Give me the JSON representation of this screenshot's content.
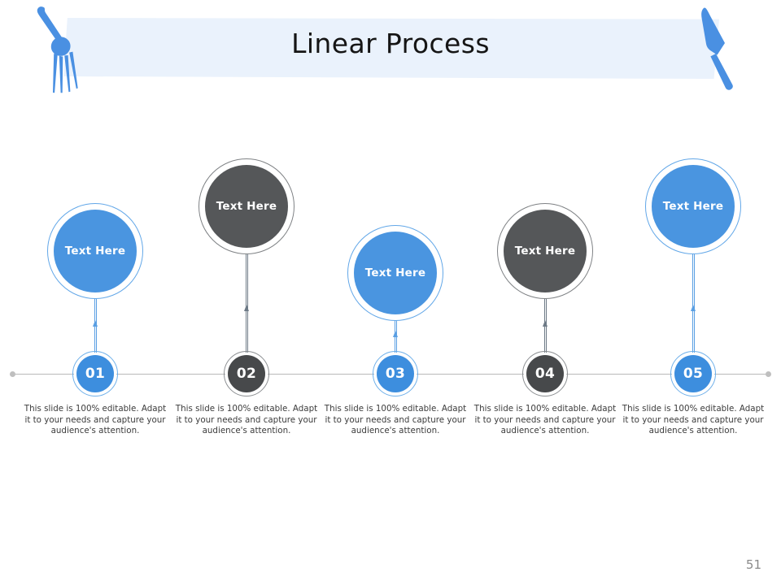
{
  "header": {
    "title": "Linear Process",
    "band_color": "#eaf2fc",
    "left_icon": "fork-icon",
    "right_icon": "knife-icon",
    "icon_color": "#4a95e0"
  },
  "theme": {
    "blue": "#4a95e0",
    "dark": "#555759",
    "axis": "#b9b9b9",
    "text": "#3c3c3c"
  },
  "timeline": {
    "axis_dot_left": "axis-dot",
    "axis_dot_right": "axis-dot",
    "steps": [
      {
        "number": "01",
        "bubble_label": "Text Here",
        "color": "blue",
        "description": "This slide is 100% editable. Adapt it to your needs and capture your audience's attention."
      },
      {
        "number": "02",
        "bubble_label": "Text Here",
        "color": "dark",
        "description": "This slide is 100% editable. Adapt it to your needs and capture your audience's attention."
      },
      {
        "number": "03",
        "bubble_label": "Text Here",
        "color": "blue",
        "description": "This slide is 100% editable. Adapt it to your needs and capture your audience's attention."
      },
      {
        "number": "04",
        "bubble_label": "Text Here",
        "color": "dark",
        "description": "This slide is 100% editable. Adapt it to your needs and capture your audience's attention."
      },
      {
        "number": "05",
        "bubble_label": "Text Here",
        "color": "blue",
        "description": "This slide is 100% editable. Adapt it to your needs and capture your audience's attention."
      }
    ]
  },
  "footer": {
    "page_number": "51"
  }
}
